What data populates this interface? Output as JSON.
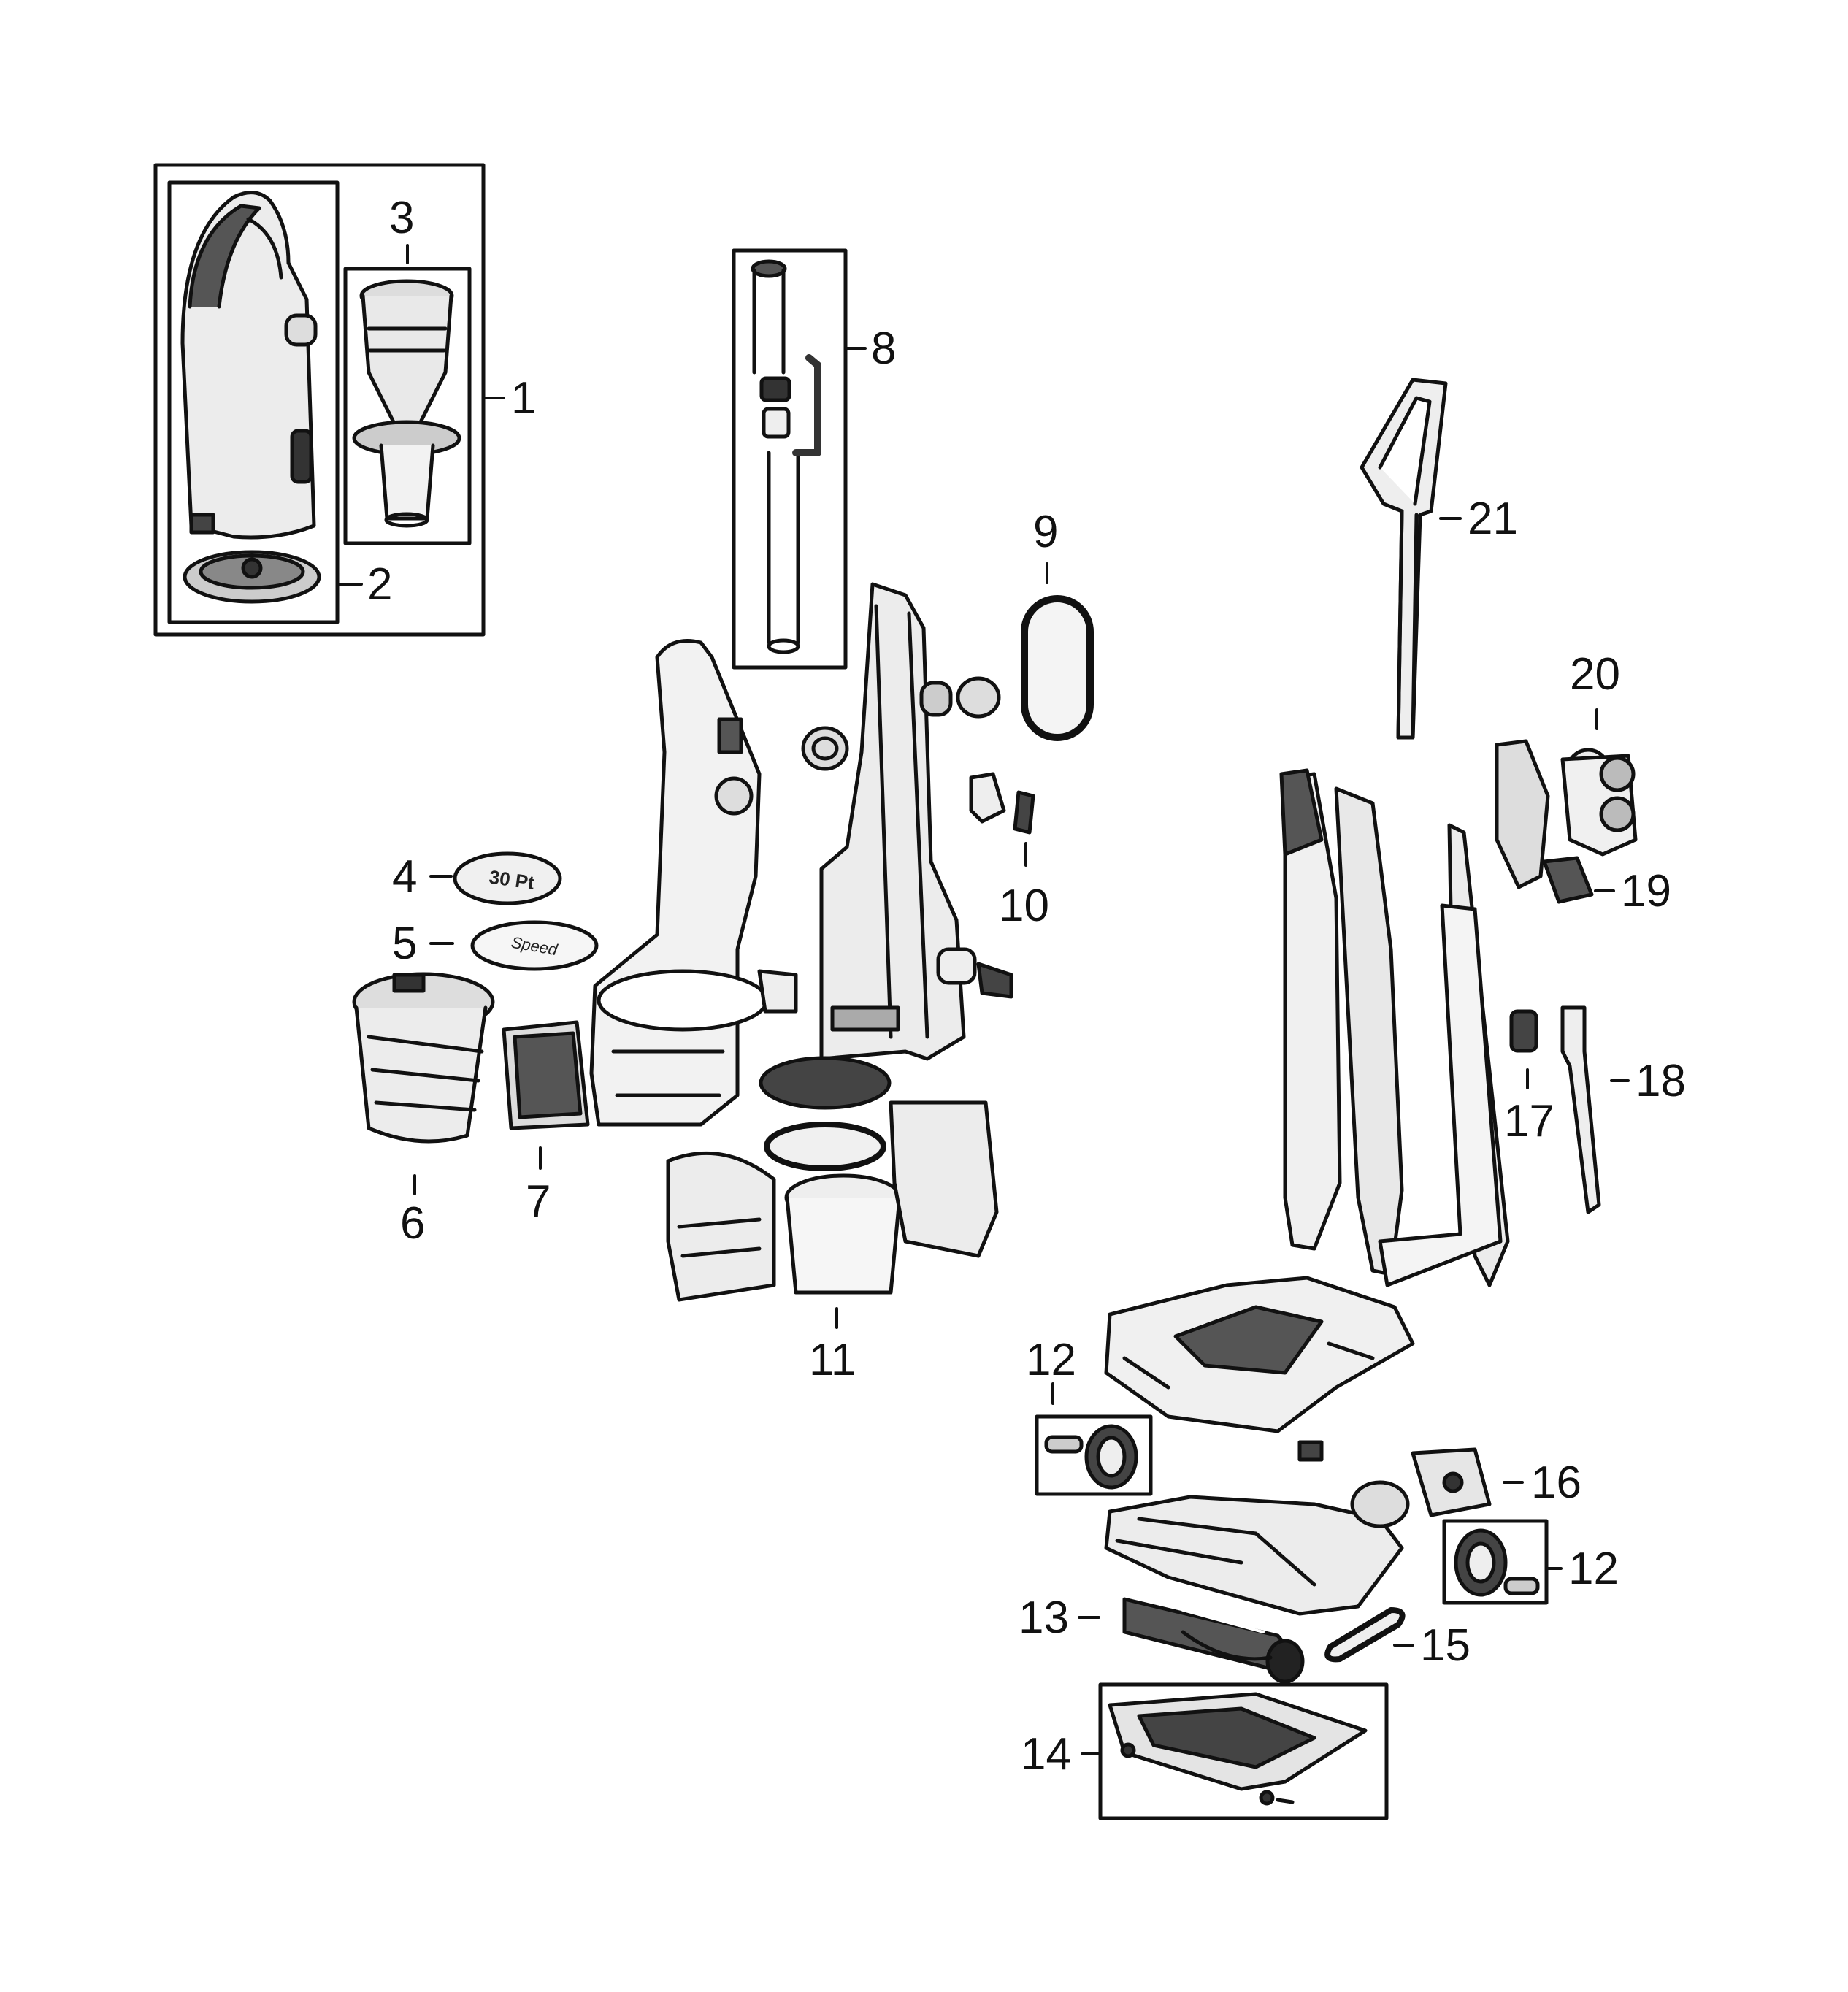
{
  "diagram": {
    "part_labels": [
      "1",
      "2",
      "3",
      "4",
      "5",
      "6",
      "7",
      "8",
      "9",
      "10",
      "11",
      "12",
      "13",
      "14",
      "15",
      "16",
      "17",
      "18",
      "19",
      "20",
      "21"
    ],
    "decal_text": {
      "filter_cap": "30 Pt",
      "filter_disc": "Speed"
    },
    "line_color": "#111111",
    "fill_light": "#e8e8e8",
    "fill_dark": "#333333"
  }
}
